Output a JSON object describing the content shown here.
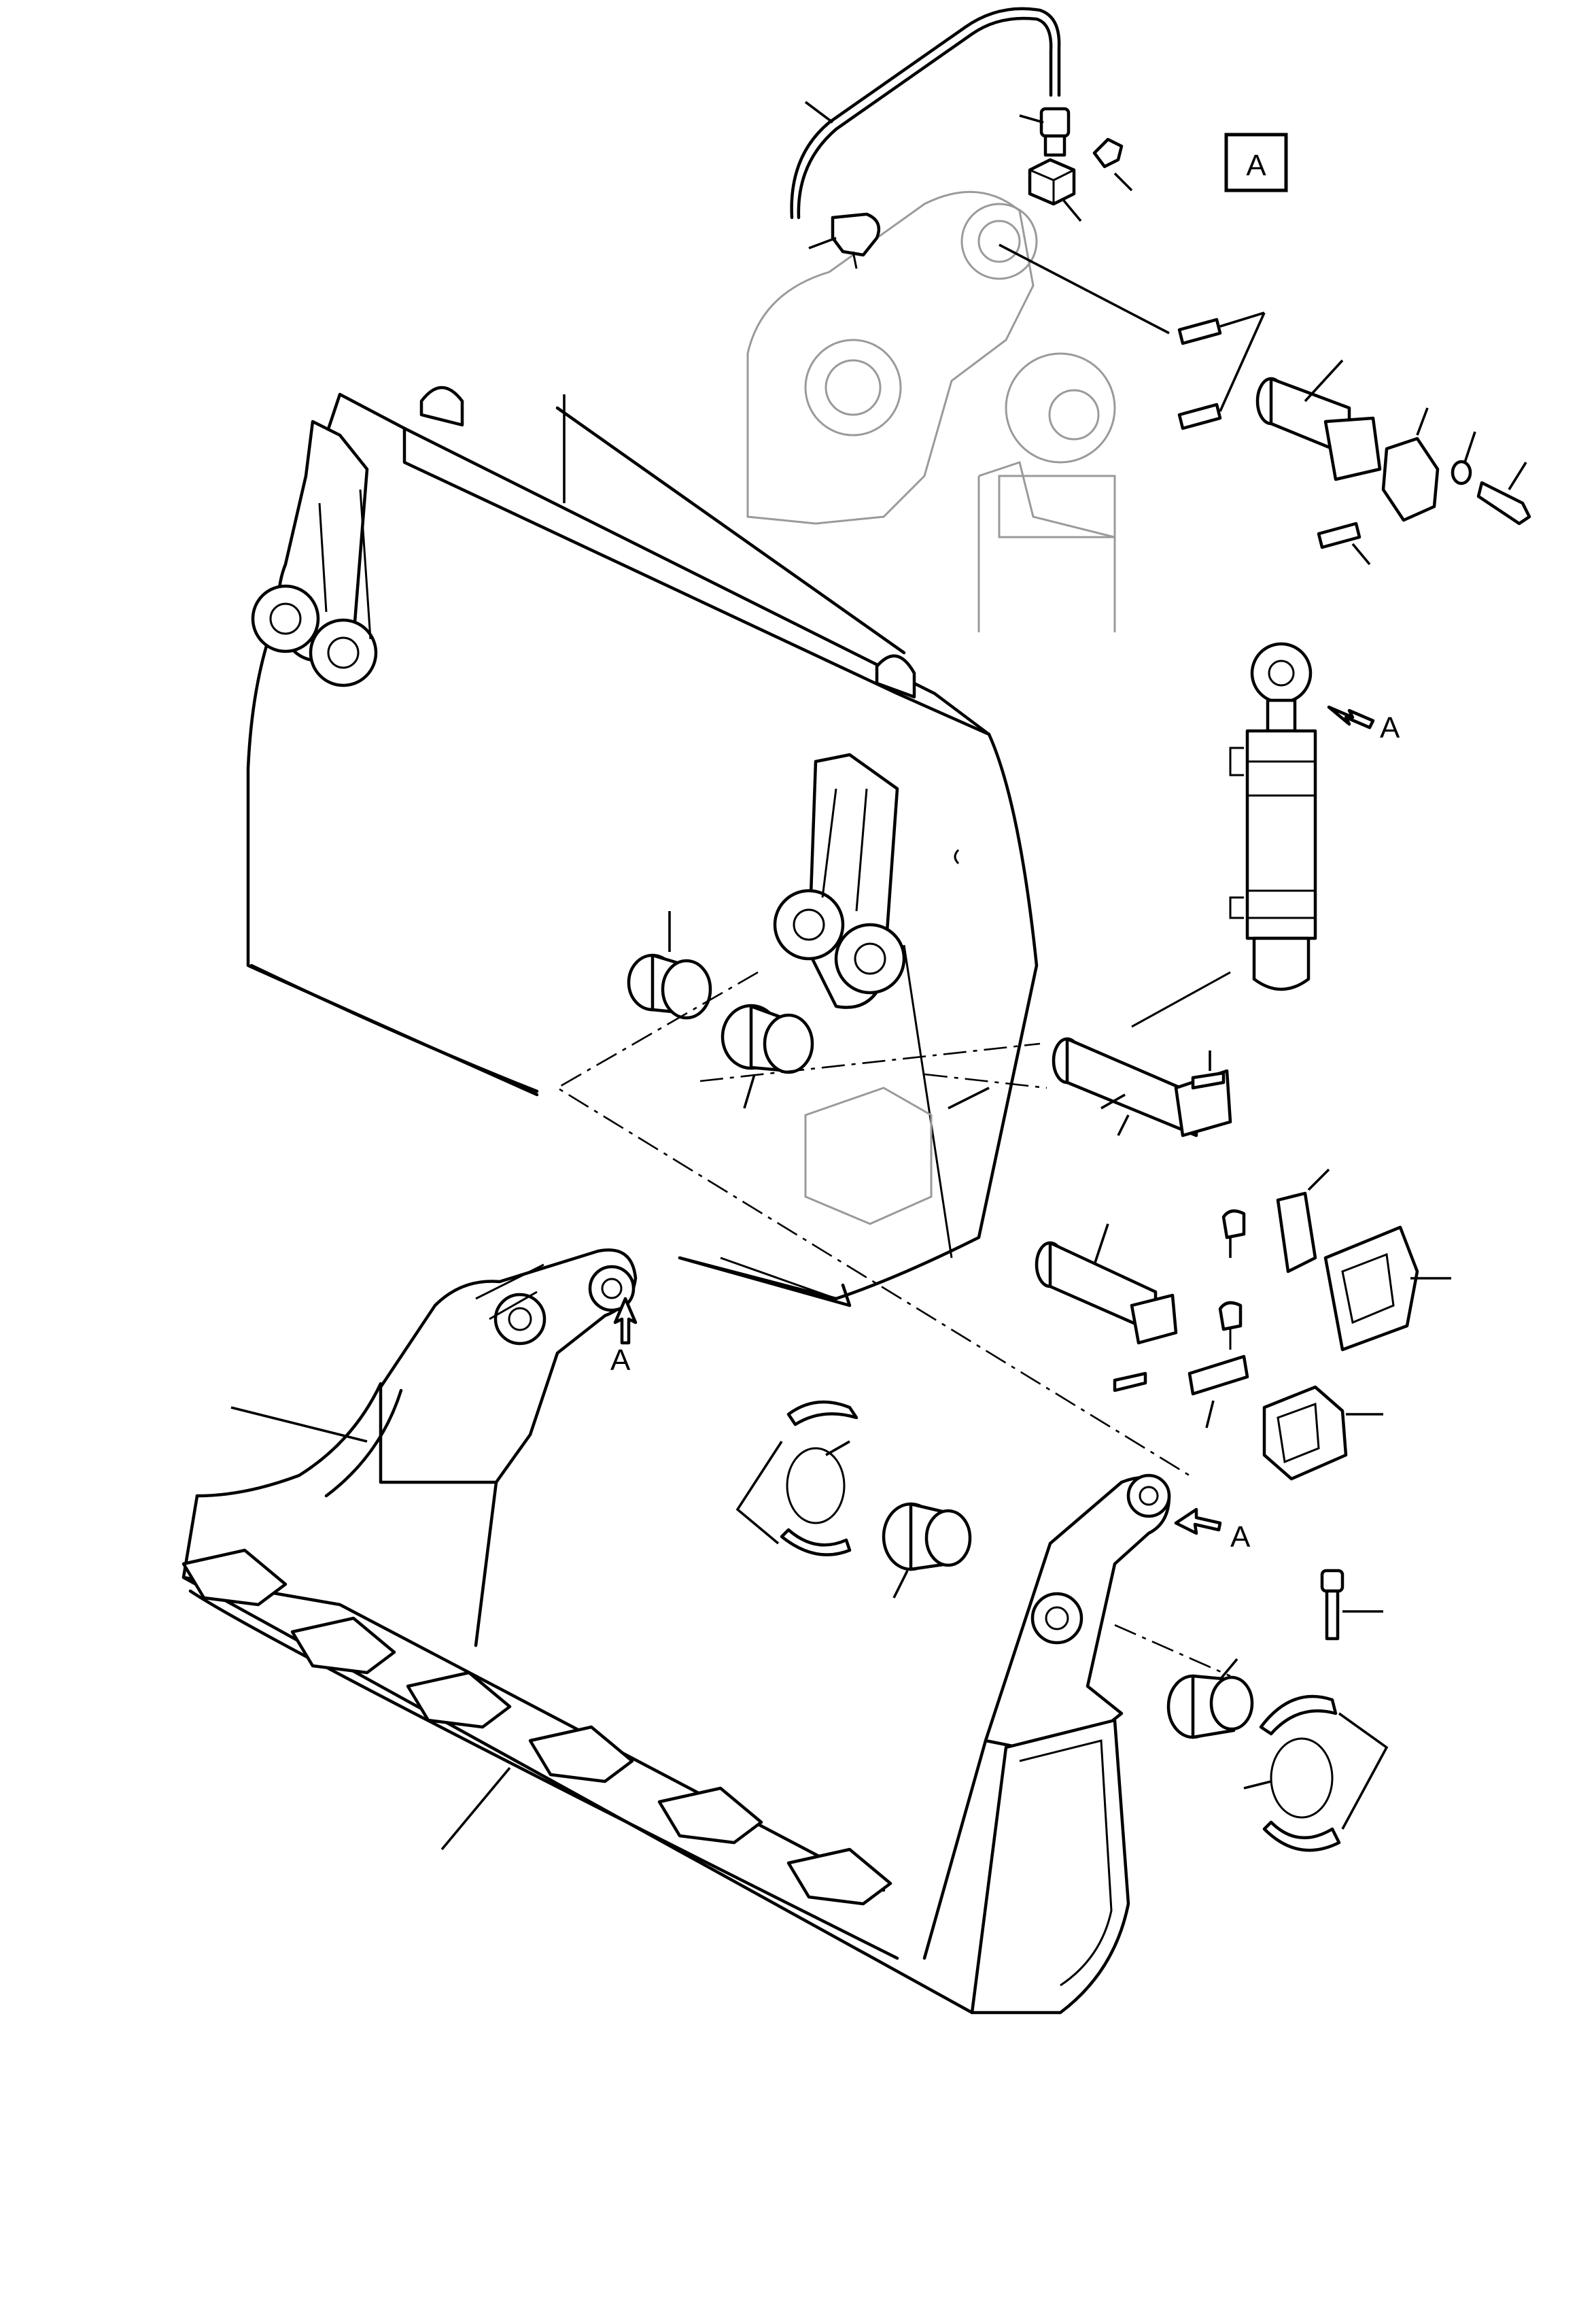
{
  "view_box_label": "A",
  "callouts": {
    "upper_arrow": "A",
    "bucket_pivot_arrow": "A",
    "right_pivot_arrow": "A"
  },
  "colors": {
    "line": "#000000",
    "ghost_part": "#9a9a9a",
    "background": "#ffffff"
  }
}
